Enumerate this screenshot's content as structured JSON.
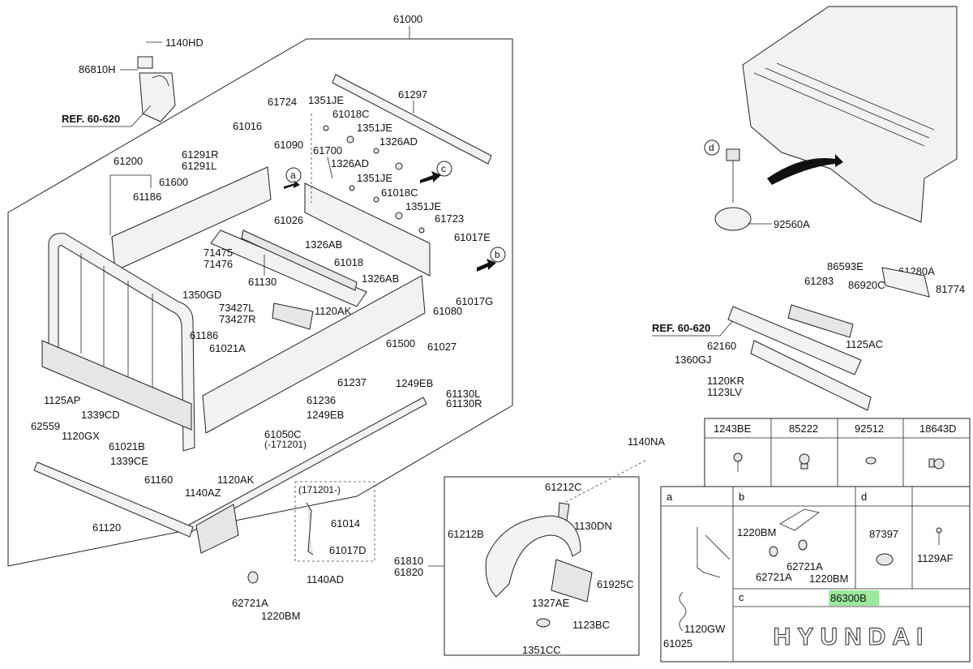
{
  "labels": {
    "l61000": "61000",
    "l1140HD": "1140HD",
    "l86810H": "86810H",
    "lref1": "REF. 60-620",
    "l61297": "61297",
    "l61724": "61724",
    "l1351JE_a": "1351JE",
    "l61018C_a": "61018C",
    "l1351JE_b": "1351JE",
    "l1326AD_a": "1326AD",
    "l61016": "61016",
    "l61090": "61090",
    "l61700": "61700",
    "l1326AD_b": "1326AD",
    "l1351JE_c": "1351JE",
    "l61018C_b": "61018C",
    "l1351JE_d": "1351JE",
    "l61723": "61723",
    "l61017E": "61017E",
    "l61200": "61200",
    "l61291R": "61291R",
    "l61291L": "61291L",
    "l61600": "61600",
    "l61186_a": "61186",
    "l61026": "61026",
    "l1326AB_a": "1326AB",
    "l61018": "61018",
    "l1326AB_b": "1326AB",
    "l71475": "71475",
    "l71476": "71476",
    "l61130": "61130",
    "l1350GD": "1350GD",
    "l61080": "61080",
    "l61017G": "61017G",
    "l73427L": "73427L",
    "l73427R": "73427R",
    "l1120AK_a": "1120AK",
    "l61500": "61500",
    "l61027": "61027",
    "l61186_b": "61186",
    "l61021A": "61021A",
    "l61237": "61237",
    "l1249EB_a": "1249EB",
    "l1125AP": "1125AP",
    "l61130L": "61130L",
    "l61130R": "61130R",
    "l1339CD": "1339CD",
    "l61236": "61236",
    "l1249EB_b": "1249EB",
    "l62559": "62559",
    "l1120GX": "1120GX",
    "l61050C": "61050C",
    "l171201a": "(-171201)",
    "l61021B": "61021B",
    "l1339CE": "1339CE",
    "l1120AK_b": "1120AK",
    "l1140AZ": "1140AZ",
    "l61160": "61160",
    "l171201b": "(171201-)",
    "l61014": "61014",
    "l61017D": "61017D",
    "l61120": "61120",
    "l1140AD": "1140AD",
    "l62721A_a": "62721A",
    "l1220BM_a": "1220BM",
    "l1140NA": "1140NA",
    "l61212C": "61212C",
    "l61212B": "61212B",
    "l1130DN": "1130DN",
    "l61810": "61810",
    "l61820": "61820",
    "l61925C": "61925C",
    "l1327AE": "1327AE",
    "l1123BC": "1123BC",
    "l1351CC": "1351CC",
    "l92560A": "92560A",
    "l61280A": "61280A",
    "l86593E": "86593E",
    "l61283": "61283",
    "l86920C": "86920C",
    "l81774": "81774",
    "lref2": "REF. 60-620",
    "l1125AC": "1125AC",
    "l62160": "62160",
    "l1360GJ": "1360GJ",
    "l1120KR": "1120KR",
    "l1123LV": "1123LV",
    "callout_a": "a",
    "callout_b": "b",
    "callout_c": "c",
    "callout_d": "d"
  },
  "parts_table": {
    "headers": [
      "1243BE",
      "85222",
      "92512",
      "18643D"
    ]
  },
  "detail_table": {
    "a": {
      "key": "a",
      "parts": [
        "61025",
        "1120GW"
      ]
    },
    "b": {
      "key": "b",
      "parts": [
        "1220BM",
        "62721A",
        "62721A",
        "1220BM"
      ]
    },
    "d": {
      "key": "d",
      "part": "87397"
    },
    "e": {
      "part": "1129AF"
    },
    "c": {
      "key": "c",
      "part": "86300B",
      "emblem": "HYUNDAI"
    }
  },
  "colors": {
    "highlight": "#7be07b",
    "line": "#222222"
  }
}
